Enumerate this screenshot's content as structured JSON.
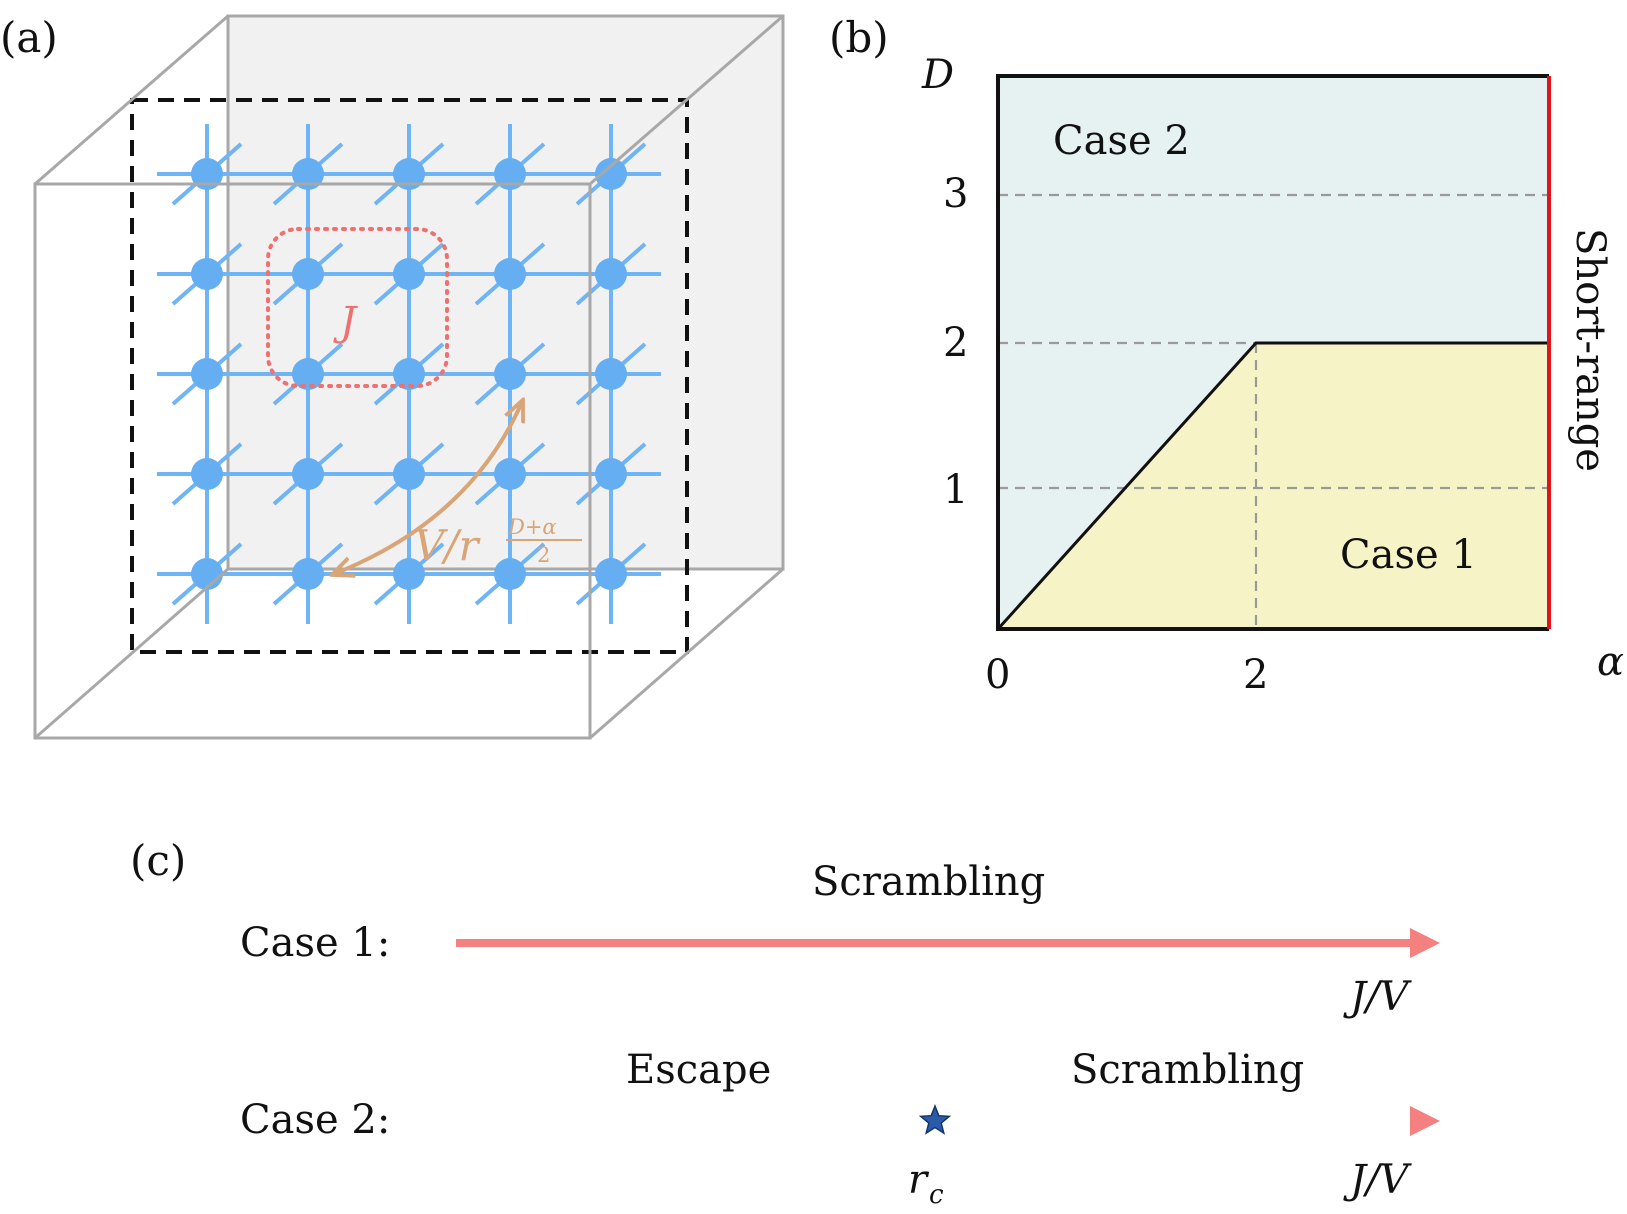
{
  "panel_a": {
    "label": "(a)",
    "coupling_label": "J",
    "interaction_label": {
      "base": "V/r",
      "exp_num": "D+α",
      "exp_den": "2"
    },
    "lattice": {
      "rows": 5,
      "cols": 5
    },
    "colors": {
      "lattice": "#6fb4f5",
      "node": "#66aef2",
      "coupling_box": "#f07070",
      "arrow": "#d9a577",
      "cube_edge": "#a8a8a8",
      "back_face": "#f1f1f1"
    }
  },
  "panel_b": {
    "label": "(b)",
    "y_axis_label": "D",
    "x_axis_label": "α",
    "y_ticks": [
      "1",
      "2",
      "3"
    ],
    "x_ticks": [
      "0",
      "2"
    ],
    "region_upper": "Case 2",
    "region_lower": "Case 1",
    "right_edge_label": "Short-range",
    "colors": {
      "region_upper": "#e6f1f1",
      "region_lower": "#f6f4c6",
      "short_range_edge": "#e0141a",
      "grid": "#9a9a9a"
    }
  },
  "panel_c": {
    "label": "(c)",
    "case1": {
      "name": "Case 1:",
      "phase": "Scrambling",
      "axis_label": "J/V"
    },
    "case2": {
      "name": "Case 2:",
      "phase_left": "Escape",
      "phase_right": "Scrambling",
      "critical_label": "r",
      "critical_sub": "c",
      "axis_label": "J/V"
    },
    "colors": {
      "escape": "#6a84f5",
      "scrambling": "#f48080",
      "star": "#2a5aa8"
    }
  }
}
